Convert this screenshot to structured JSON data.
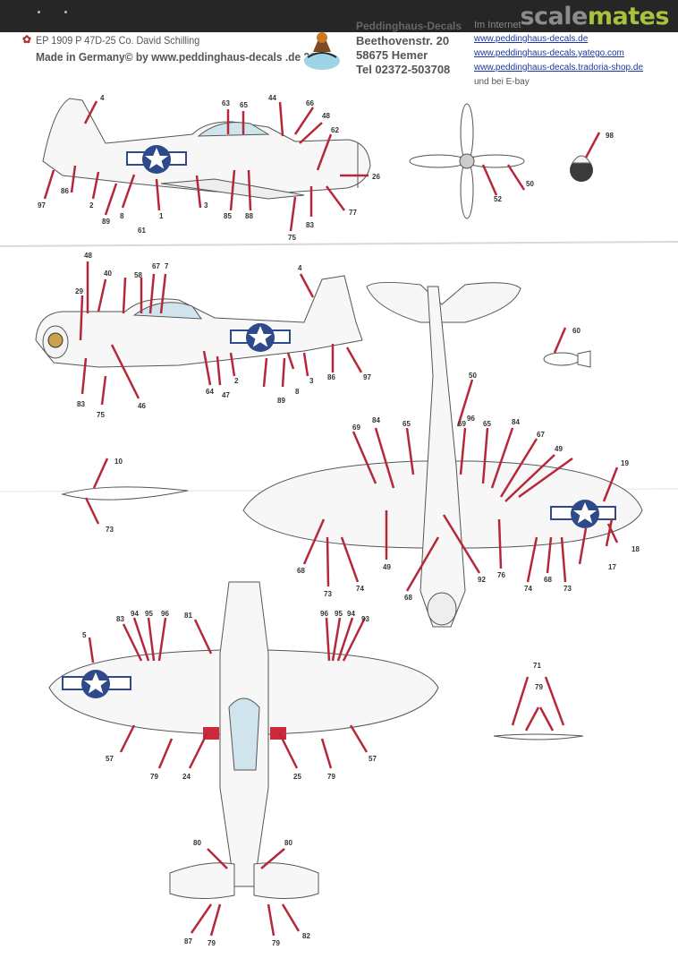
{
  "site": {
    "logo_part1": "scale",
    "logo_part2": "mates"
  },
  "header": {
    "title_line1": "EP 1909 P 47D-25 Co. David Schilling",
    "title_line2": "Made in Germany© by www.peddinghaus-decals .de 2013",
    "company": "Peddinghaus-Decals",
    "street": "Beethovenstr. 20",
    "city": "58675 Hemer",
    "tel": "Tel 02372-503708",
    "im": "Im Internet",
    "urls": [
      "www.peddinghaus-decals.de",
      "www.peddinghaus-decals.yatego.com",
      "www.peddinghaus-decals.tradoria-shop.de"
    ],
    "also": "und bei E-bay"
  },
  "callouts": {
    "side1": [
      "4",
      "63",
      "65",
      "44",
      "66",
      "48",
      "62",
      "97",
      "86",
      "2",
      "89",
      "8",
      "61",
      "1",
      "3",
      "85",
      "88",
      "75",
      "83",
      "77",
      "26"
    ],
    "prop": [
      "52",
      "50"
    ],
    "pilot": [
      "98"
    ],
    "side2": [
      "48",
      "40",
      "29",
      "58",
      "67",
      "7",
      "4",
      "83",
      "75",
      "46",
      "64",
      "47",
      "2",
      "89",
      "8",
      "3",
      "86",
      "97"
    ],
    "bomb": [
      "60"
    ],
    "tank": [
      "10",
      "73"
    ],
    "top": [
      "50",
      "69",
      "84",
      "65",
      "69",
      "96",
      "65",
      "84",
      "67",
      "49",
      "19",
      "68",
      "73",
      "74",
      "49",
      "68",
      "92",
      "76",
      "74",
      "68",
      "73",
      "18",
      "17"
    ],
    "bottom": [
      "5",
      "83",
      "94",
      "95",
      "96",
      "81",
      "96",
      "95",
      "94",
      "93",
      "57",
      "79",
      "24",
      "25",
      "79",
      "57",
      "80",
      "80",
      "87",
      "79",
      "79",
      "82"
    ],
    "tail": [
      "71",
      "79"
    ]
  },
  "colors": {
    "insignia_blue": "#2e4a8a",
    "arrow_red": "#b5283a",
    "red_patch": "#cc2a3a",
    "canopy": "#bfdde8"
  }
}
